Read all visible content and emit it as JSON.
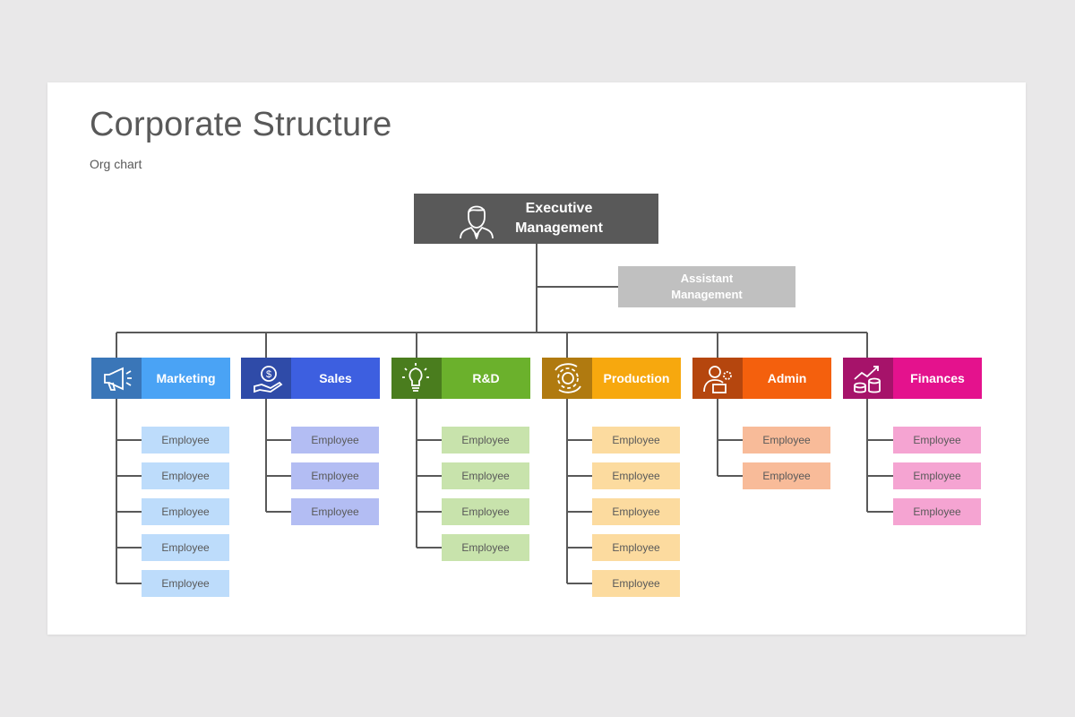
{
  "header": {
    "title": "Corporate Structure",
    "subtitle": "Org chart"
  },
  "executive": {
    "label": "Executive\nManagement",
    "color": "#595959",
    "icon": "user-icon"
  },
  "assistant": {
    "label": "Assistant\nManagement",
    "color": "#c0c0c0"
  },
  "departments": [
    {
      "label": "Marketing",
      "icon": "megaphone-icon",
      "dark": "#3a76b8",
      "light": "#4aa3f5",
      "emp_color": "#bddcfb",
      "employees": [
        "Employee",
        "Employee",
        "Employee",
        "Employee",
        "Employee"
      ]
    },
    {
      "label": "Sales",
      "icon": "money-hand-icon",
      "dark": "#2f4ba8",
      "light": "#3d5fe0",
      "emp_color": "#b3bdf3",
      "employees": [
        "Employee",
        "Employee",
        "Employee"
      ]
    },
    {
      "label": "R&D",
      "icon": "lightbulb-icon",
      "dark": "#4a7d1e",
      "light": "#6bb12c",
      "emp_color": "#c8e3ac",
      "employees": [
        "Employee",
        "Employee",
        "Employee",
        "Employee"
      ]
    },
    {
      "label": "Production",
      "icon": "gear-icon",
      "dark": "#b07a10",
      "light": "#f7a80e",
      "emp_color": "#fcdb9f",
      "employees": [
        "Employee",
        "Employee",
        "Employee",
        "Employee",
        "Employee"
      ]
    },
    {
      "label": "Admin",
      "icon": "admin-person-icon",
      "dark": "#b5460e",
      "light": "#f4600d",
      "emp_color": "#f8bb99",
      "employees": [
        "Employee",
        "Employee"
      ]
    },
    {
      "label": "Finances",
      "icon": "growth-coins-icon",
      "dark": "#a6136a",
      "light": "#e4128d",
      "emp_color": "#f5a4d2",
      "employees": [
        "Employee",
        "Employee",
        "Employee"
      ]
    }
  ]
}
